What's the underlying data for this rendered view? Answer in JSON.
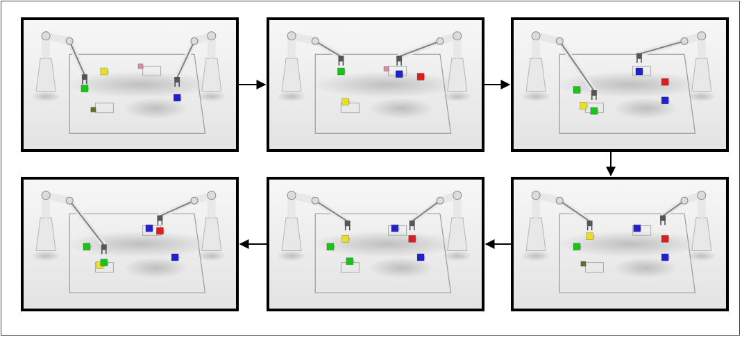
{
  "figure": {
    "panel_count": 6,
    "flow": [
      "panel-1",
      "panel-2",
      "panel-3",
      "panel-4",
      "panel-5",
      "panel-6"
    ],
    "colors": {
      "border": "#000000",
      "floor": "#efefef",
      "table_edge": "#9a9a9a",
      "robot_body": "#e8e8e8",
      "robot_dark": "#3a3a3a",
      "cube_yellow": "#e8e020",
      "cube_green": "#18c418",
      "cube_blue": "#2222cc",
      "cube_red": "#dd1e1e",
      "cube_olive": "#6a6a2a",
      "cube_pink": "#e58a9a"
    },
    "scene_icons": [
      "robot-arm-icon",
      "cube-icon",
      "target-zone-icon"
    ]
  }
}
